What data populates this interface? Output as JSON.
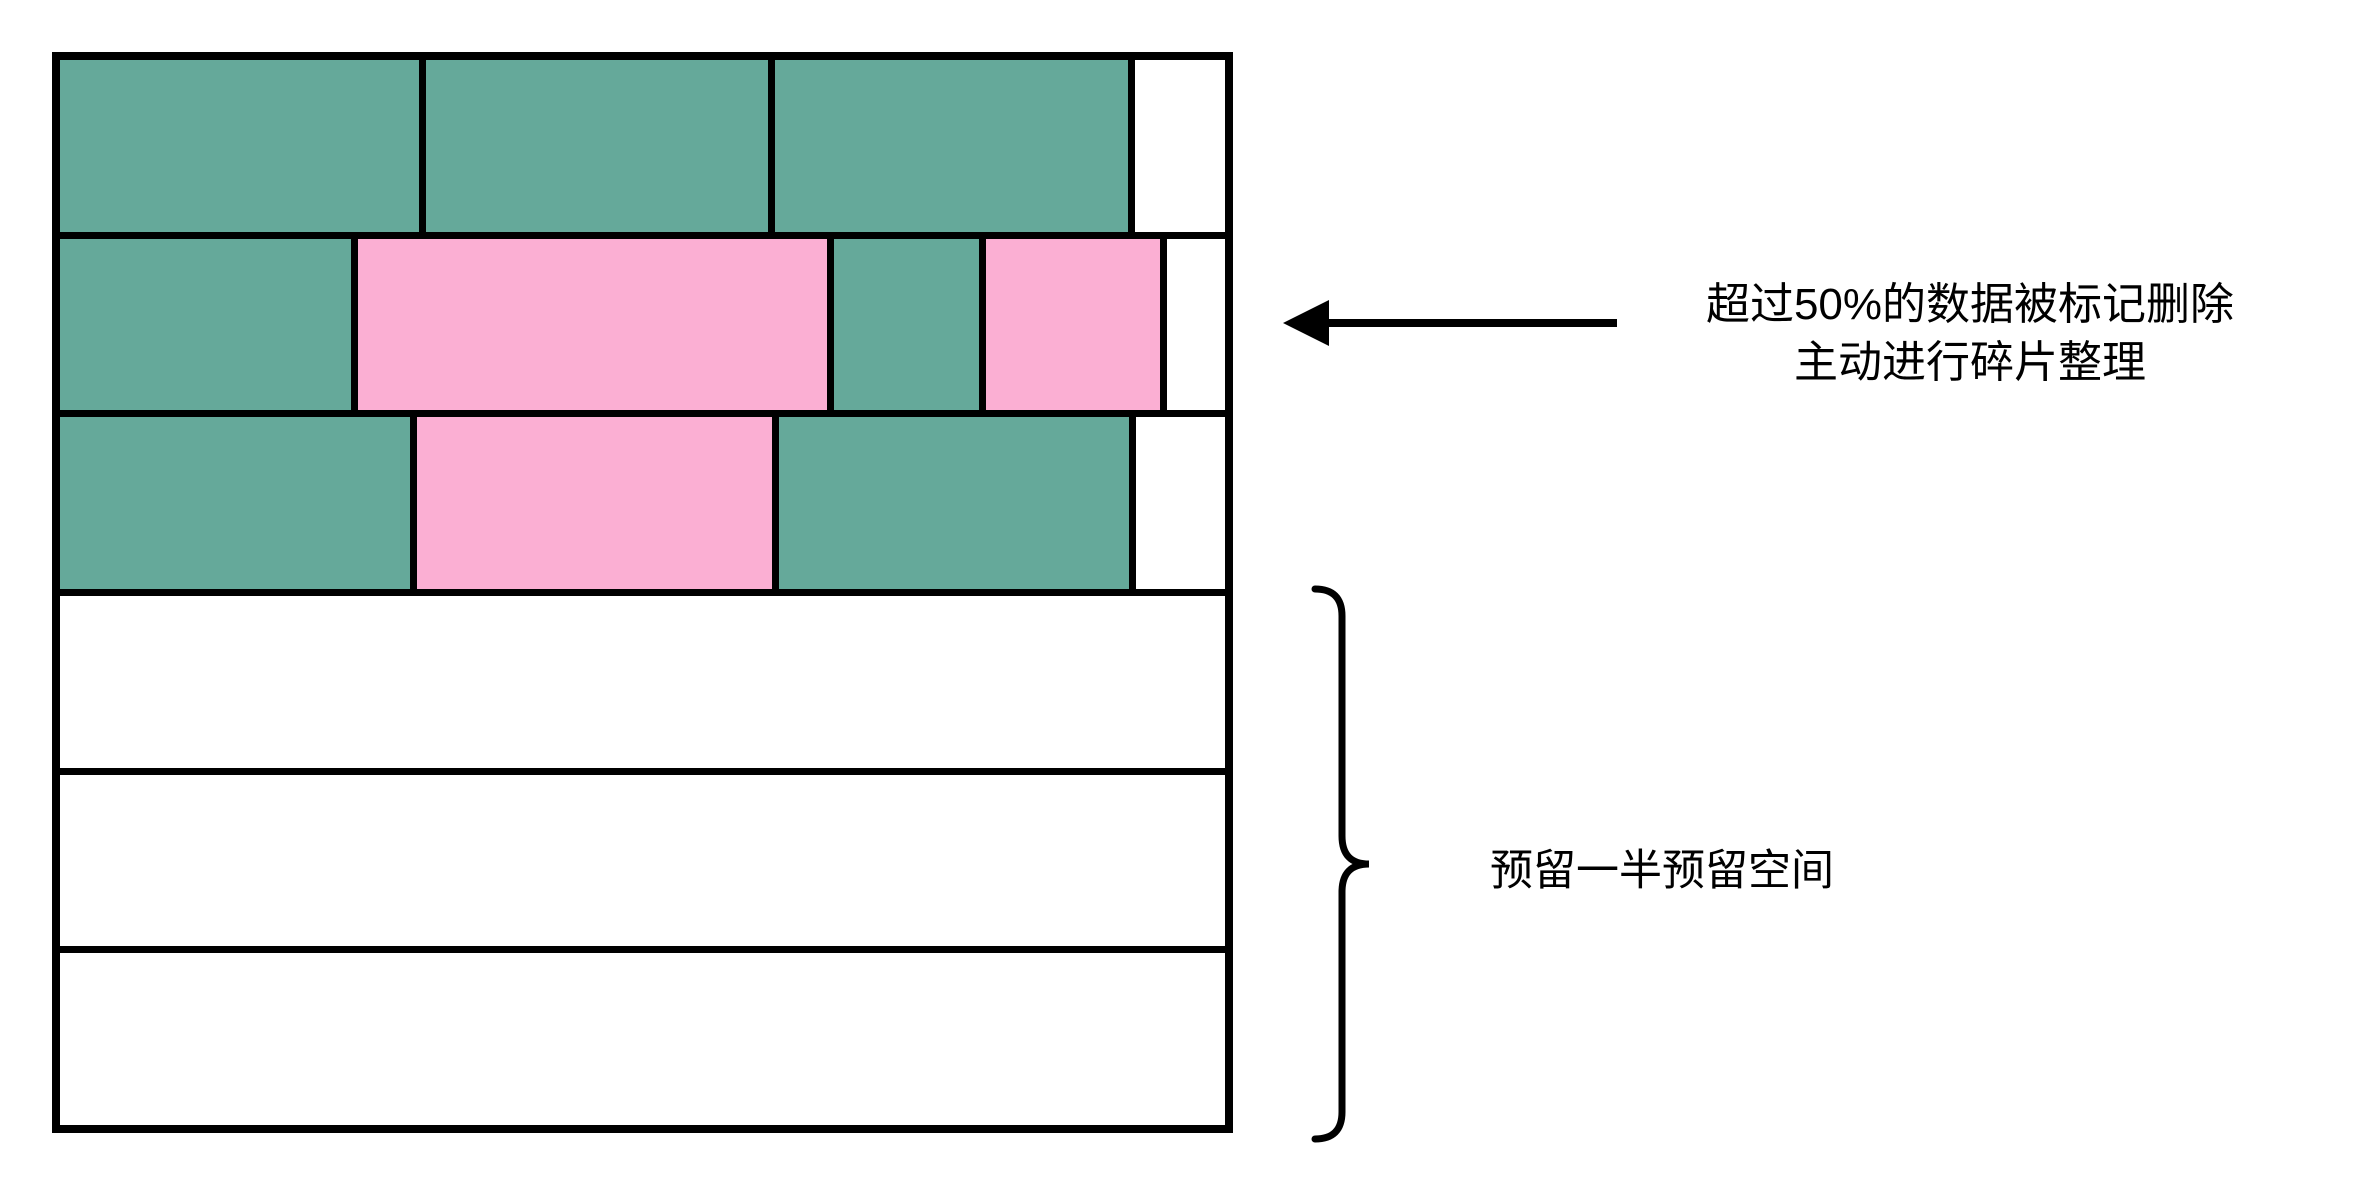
{
  "diagram": {
    "colors": {
      "data": "#65A99A",
      "deleted": "#FBAFD3",
      "empty": "#FFFFFF",
      "line": "#000000"
    },
    "grid": {
      "rows": [
        {
          "segments": [
            {
              "type": "data",
              "width_pct": 30.8
            },
            {
              "type": "data",
              "width_pct": 29.4
            },
            {
              "type": "data",
              "width_pct": 30.3
            },
            {
              "type": "empty",
              "width_pct": null
            }
          ]
        },
        {
          "segments": [
            {
              "type": "data",
              "width_pct": 25.0
            },
            {
              "type": "deleted",
              "width_pct": 40.2
            },
            {
              "type": "data",
              "width_pct": 12.5
            },
            {
              "type": "deleted",
              "width_pct": 14.9
            },
            {
              "type": "empty",
              "width_pct": null
            }
          ]
        },
        {
          "segments": [
            {
              "type": "data",
              "width_pct": 30.0
            },
            {
              "type": "deleted",
              "width_pct": 30.5
            },
            {
              "type": "data",
              "width_pct": 30.1
            },
            {
              "type": "empty",
              "width_pct": null
            }
          ]
        },
        {
          "segments": [
            {
              "type": "empty",
              "width_pct": null
            }
          ]
        },
        {
          "segments": [
            {
              "type": "empty",
              "width_pct": null
            }
          ]
        },
        {
          "segments": [
            {
              "type": "empty",
              "width_pct": null
            }
          ]
        }
      ]
    },
    "arrow_annotation": {
      "line1": "超过50%的数据被标记删除",
      "line2": "主动进行碎片整理"
    },
    "brace_annotation": {
      "label": "预留一半预留空间"
    }
  }
}
